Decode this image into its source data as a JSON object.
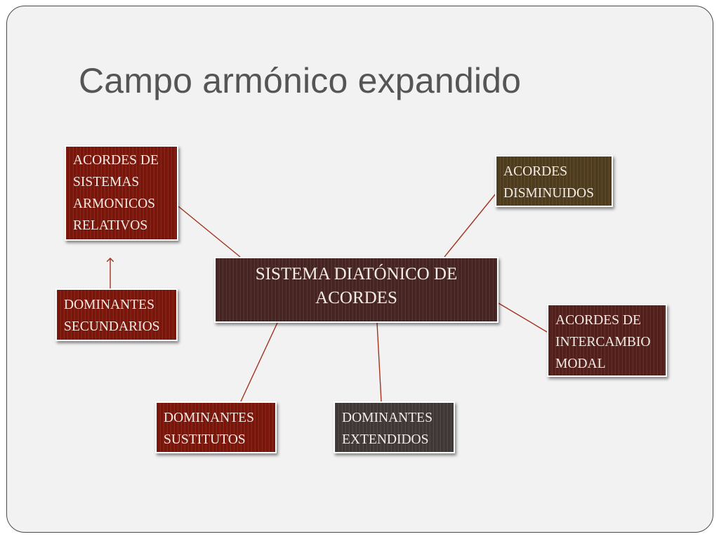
{
  "slide": {
    "title": "Campo armónico expandido"
  },
  "diagram": {
    "center": {
      "lines": [
        "SISTEMA DIATÓNICO DE",
        "ACORDES"
      ]
    },
    "relativos": {
      "lines": [
        "ACORDES DE",
        "SISTEMAS",
        "ARMONICOS",
        "RELATIVOS"
      ]
    },
    "secundarios": {
      "lines": [
        "DOMINANTES",
        "SECUNDARIOS"
      ]
    },
    "disminuidos": {
      "lines": [
        "ACORDES",
        "DISMINUIDOS"
      ]
    },
    "intercambio": {
      "lines": [
        "ACORDES DE",
        "INTERCAMBIO",
        "MODAL"
      ]
    },
    "sustitutos": {
      "lines": [
        "DOMINANTES",
        "SUSTITUTOS"
      ]
    },
    "extendidos": {
      "lines": [
        "DOMINANTES",
        "EXTENDIDOS"
      ]
    },
    "colors": {
      "connector": "#a3331f",
      "red_box": "#7c160b",
      "olive_box": "#4f3d1e",
      "maroon_box": "#55201b",
      "plum_box": "#472523",
      "gray_box": "#403937"
    }
  }
}
